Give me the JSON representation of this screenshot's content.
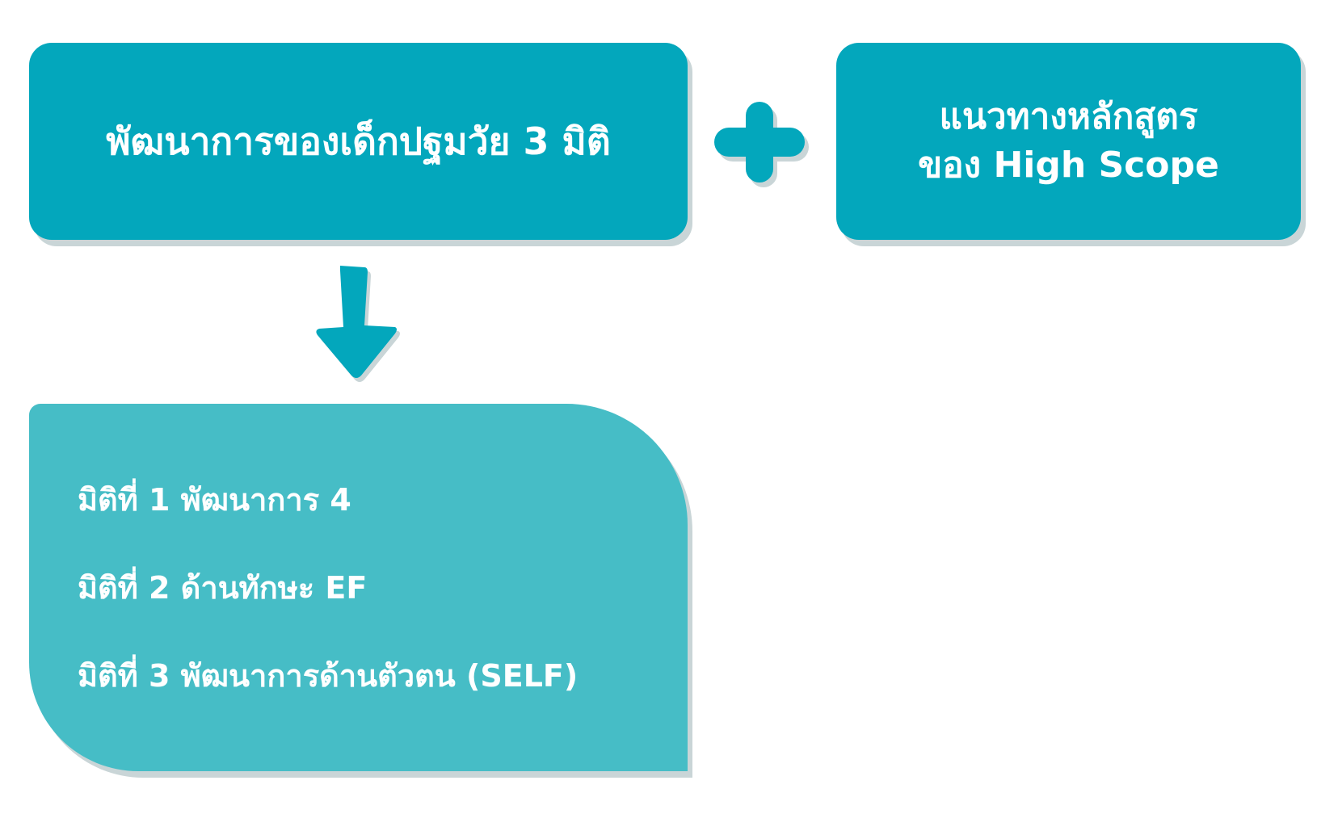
{
  "boxes": {
    "main_title": "พัฒนาการของเด็กปฐมวัย 3 มิติ",
    "curriculum_line1": "แนวทางหลักสูตร",
    "curriculum_line2": "ของ High Scope",
    "dimensions": [
      "มิติที่ 1 พัฒนาการ 4",
      "มิติที่ 2 ด้านทักษะ EF",
      "มิติที่ 3 พัฒนาการด้านตัวตน (SELF)"
    ]
  },
  "colors": {
    "primary": "#03A7BC",
    "secondary": "#46BDC6",
    "shadow": "#C9D5D7"
  }
}
